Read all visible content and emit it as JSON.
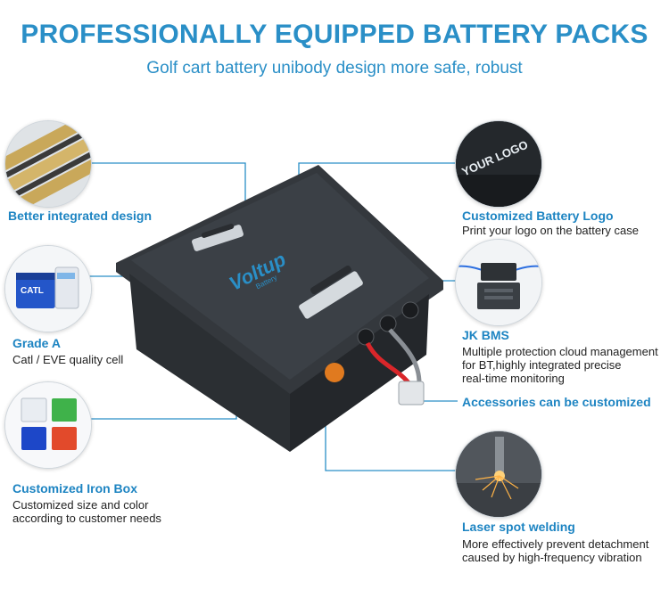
{
  "header": {
    "title": "PROFESSIONALLY EQUIPPED BATTERY PACKS",
    "subtitle": "Golf cart battery unibody design more safe, robust"
  },
  "features": {
    "integrated": {
      "title": "Better integrated design"
    },
    "grade": {
      "title": "Grade A",
      "desc": "Catl / EVE quality cell",
      "cell_label": "CATL"
    },
    "ironbox": {
      "title": "Customized Iron Box",
      "desc1": "Customized size and color",
      "desc2": "according to customer needs"
    },
    "logo": {
      "title": "Customized Battery Logo",
      "desc": "Print your logo on the battery case",
      "logo_text": "YOUR LOGO"
    },
    "bms": {
      "title": "JK BMS",
      "desc1": "Multiple protection cloud management",
      "desc2": "for BT,highly integrated precise",
      "desc3": "real-time monitoring"
    },
    "accessories": {
      "title": "Accessories can be customized"
    },
    "welding": {
      "title": "Laser spot welding",
      "desc1": "More effectively prevent detachment",
      "desc2": "caused by high-frequency vibration"
    }
  },
  "battery": {
    "brand": "Voltup",
    "brand_sub": "Battery"
  },
  "colors": {
    "accent": "#1d84c2",
    "title": "#2a8fc7",
    "battery": "#2b2f33"
  }
}
